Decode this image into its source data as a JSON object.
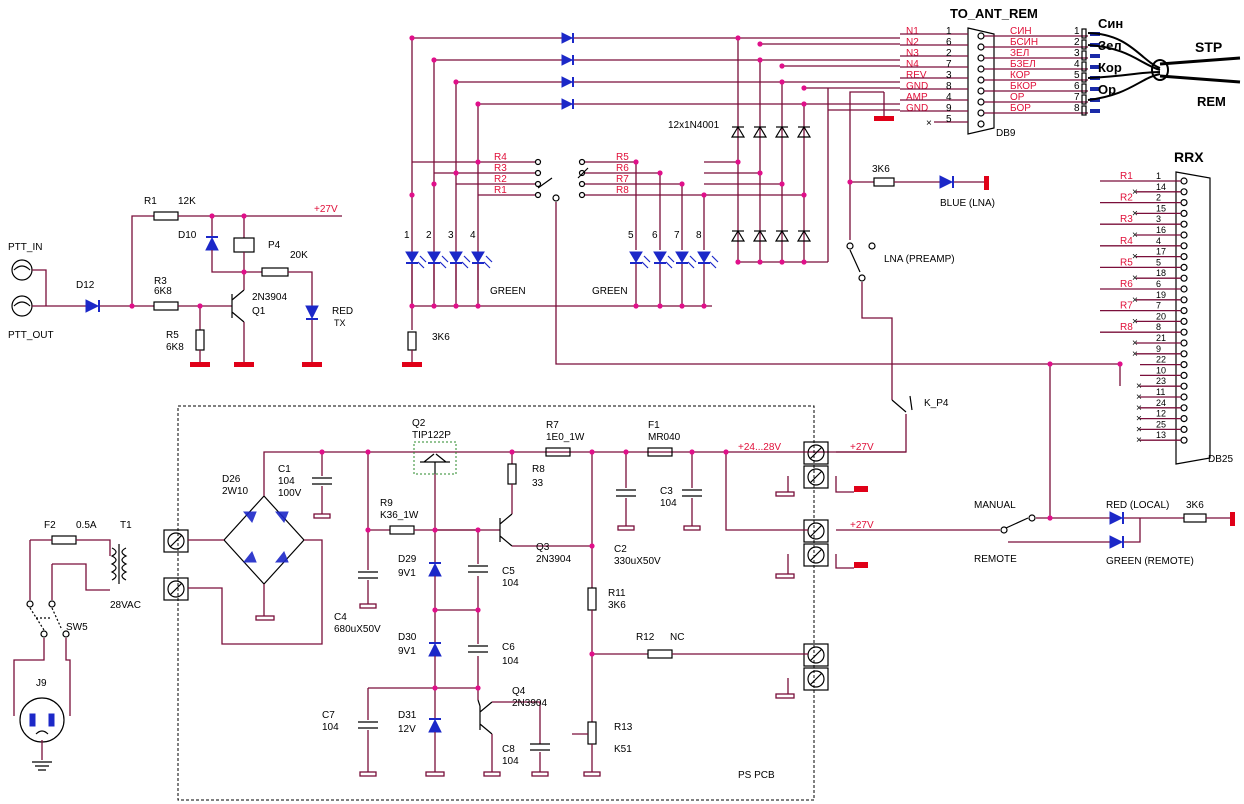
{
  "connectors": {
    "ant": {
      "title": "TO_ANT_REM",
      "ref": "DB9"
    },
    "rrx": {
      "title": "RRX",
      "ref": "DB25"
    }
  },
  "ant_pins": [
    {
      "sig": "N1",
      "num": "1",
      "wire": "СИН",
      "out": "1"
    },
    {
      "sig": "N2",
      "num": "6",
      "wire": "БСИН",
      "out": "2"
    },
    {
      "sig": "N3",
      "num": "2",
      "wire": "ЗЕЛ",
      "out": "3"
    },
    {
      "sig": "N4",
      "num": "7",
      "wire": "БЗЕЛ",
      "out": "4"
    },
    {
      "sig": "REV",
      "num": "3",
      "wire": "КОР",
      "out": "5"
    },
    {
      "sig": "GND",
      "num": "8",
      "wire": "БКОР",
      "out": "6"
    },
    {
      "sig": "AMP",
      "num": "4",
      "wire": "ОР",
      "out": "7"
    },
    {
      "sig": "GND",
      "num": "9",
      "wire": "БОР",
      "out": "8"
    },
    {
      "sig": "",
      "num": "5",
      "wire": "",
      "out": ""
    }
  ],
  "cable_pairs": [
    "Син",
    "Зел",
    "Кор",
    "Ор"
  ],
  "cable": {
    "top": "STP",
    "bottom": "REM"
  },
  "rrx_pins": [
    {
      "label": "R1",
      "num": "1"
    },
    {
      "label": "",
      "num": "14"
    },
    {
      "label": "R2",
      "num": "2"
    },
    {
      "label": "",
      "num": "15"
    },
    {
      "label": "R3",
      "num": "3"
    },
    {
      "label": "",
      "num": "16"
    },
    {
      "label": "R4",
      "num": "4"
    },
    {
      "label": "",
      "num": "17"
    },
    {
      "label": "R5",
      "num": "5"
    },
    {
      "label": "",
      "num": "18"
    },
    {
      "label": "R6",
      "num": "6"
    },
    {
      "label": "",
      "num": "19"
    },
    {
      "label": "R7",
      "num": "7"
    },
    {
      "label": "",
      "num": "20"
    },
    {
      "label": "R8",
      "num": "8"
    },
    {
      "label": "",
      "num": "21"
    },
    {
      "label": "",
      "num": "9"
    },
    {
      "label": "",
      "num": "22"
    },
    {
      "label": "",
      "num": "10"
    },
    {
      "label": "",
      "num": "23"
    },
    {
      "label": "",
      "num": "11"
    },
    {
      "label": "",
      "num": "24"
    },
    {
      "label": "",
      "num": "12"
    },
    {
      "label": "",
      "num": "25"
    },
    {
      "label": "",
      "num": "13"
    }
  ],
  "switch_left": [
    "R4",
    "R3",
    "R2",
    "R1"
  ],
  "switch_right": [
    "R5",
    "R6",
    "R7",
    "R8"
  ],
  "led_numbers": [
    "1",
    "2",
    "3",
    "4",
    "5",
    "6",
    "7",
    "8"
  ],
  "labels": {
    "diodes": "12x1N4001",
    "green1": "GREEN",
    "green2": "GREEN",
    "r_3k6_leds": "3K6",
    "r_3k6_blue": "3K6",
    "blue": "BLUE (LNA)",
    "lna": "LNA (PREAMP)",
    "kp4": "K_P4",
    "manual": "MANUAL",
    "remote": "REMOTE",
    "red_local": "RED (LOCAL)",
    "green_remote": "GREEN (REMOTE)",
    "r_3k6_status": "3K6",
    "v27_1": "+24...28V",
    "v27_2": "+27V",
    "v27_3": "+27V",
    "v27_top": "+27V",
    "ptt_in": "PTT_IN",
    "ptt_out": "PTT_OUT",
    "d12": "D12",
    "r1": "R1",
    "r1v": "12K",
    "d10": "D10",
    "p4": "P4",
    "p4v": "20K",
    "r3": "R3",
    "r3v": "6K8",
    "r5": "R5",
    "r5v": "6K8",
    "q1": "Q1",
    "q1v": "2N3904",
    "red_tx": "RED",
    "tx": "TX",
    "f2": "F2",
    "f2v": "0.5A",
    "t1": "T1",
    "t1v": "28VAC",
    "sw5": "SW5",
    "j9": "J9",
    "d26": "D26",
    "d26v": "2W10",
    "c1": "C1",
    "c1v": "104",
    "c1v2": "100V",
    "c4": "C4",
    "c4v": "680uX50V",
    "r9": "R9",
    "r9v": "K36_1W",
    "q2": "Q2",
    "q2v": "TIP122P",
    "r7": "R7",
    "r7v": "1E0_1W",
    "f1": "F1",
    "f1v": "MR040",
    "r8": "R8",
    "r8v": "33",
    "c3": "C3",
    "c3v": "104",
    "q3": "Q3",
    "q3v": "2N3904",
    "c2": "C2",
    "c2v": "330uX50V",
    "d29": "D29",
    "d29v": "9V1",
    "c5": "C5",
    "c5v": "104",
    "d30": "D30",
    "d30v": "9V1",
    "c6": "C6",
    "c6v": "104",
    "r11": "R11",
    "r11v": "3K6",
    "r12": "R12",
    "r12v": "NC",
    "c7": "C7",
    "c7v": "104",
    "d31": "D31",
    "d31v": "12V",
    "q4": "Q4",
    "q4v": "2N3904",
    "c8": "C8",
    "c8v": "104",
    "r13": "R13",
    "r13v": "K51",
    "pcb": "PS PCB"
  }
}
